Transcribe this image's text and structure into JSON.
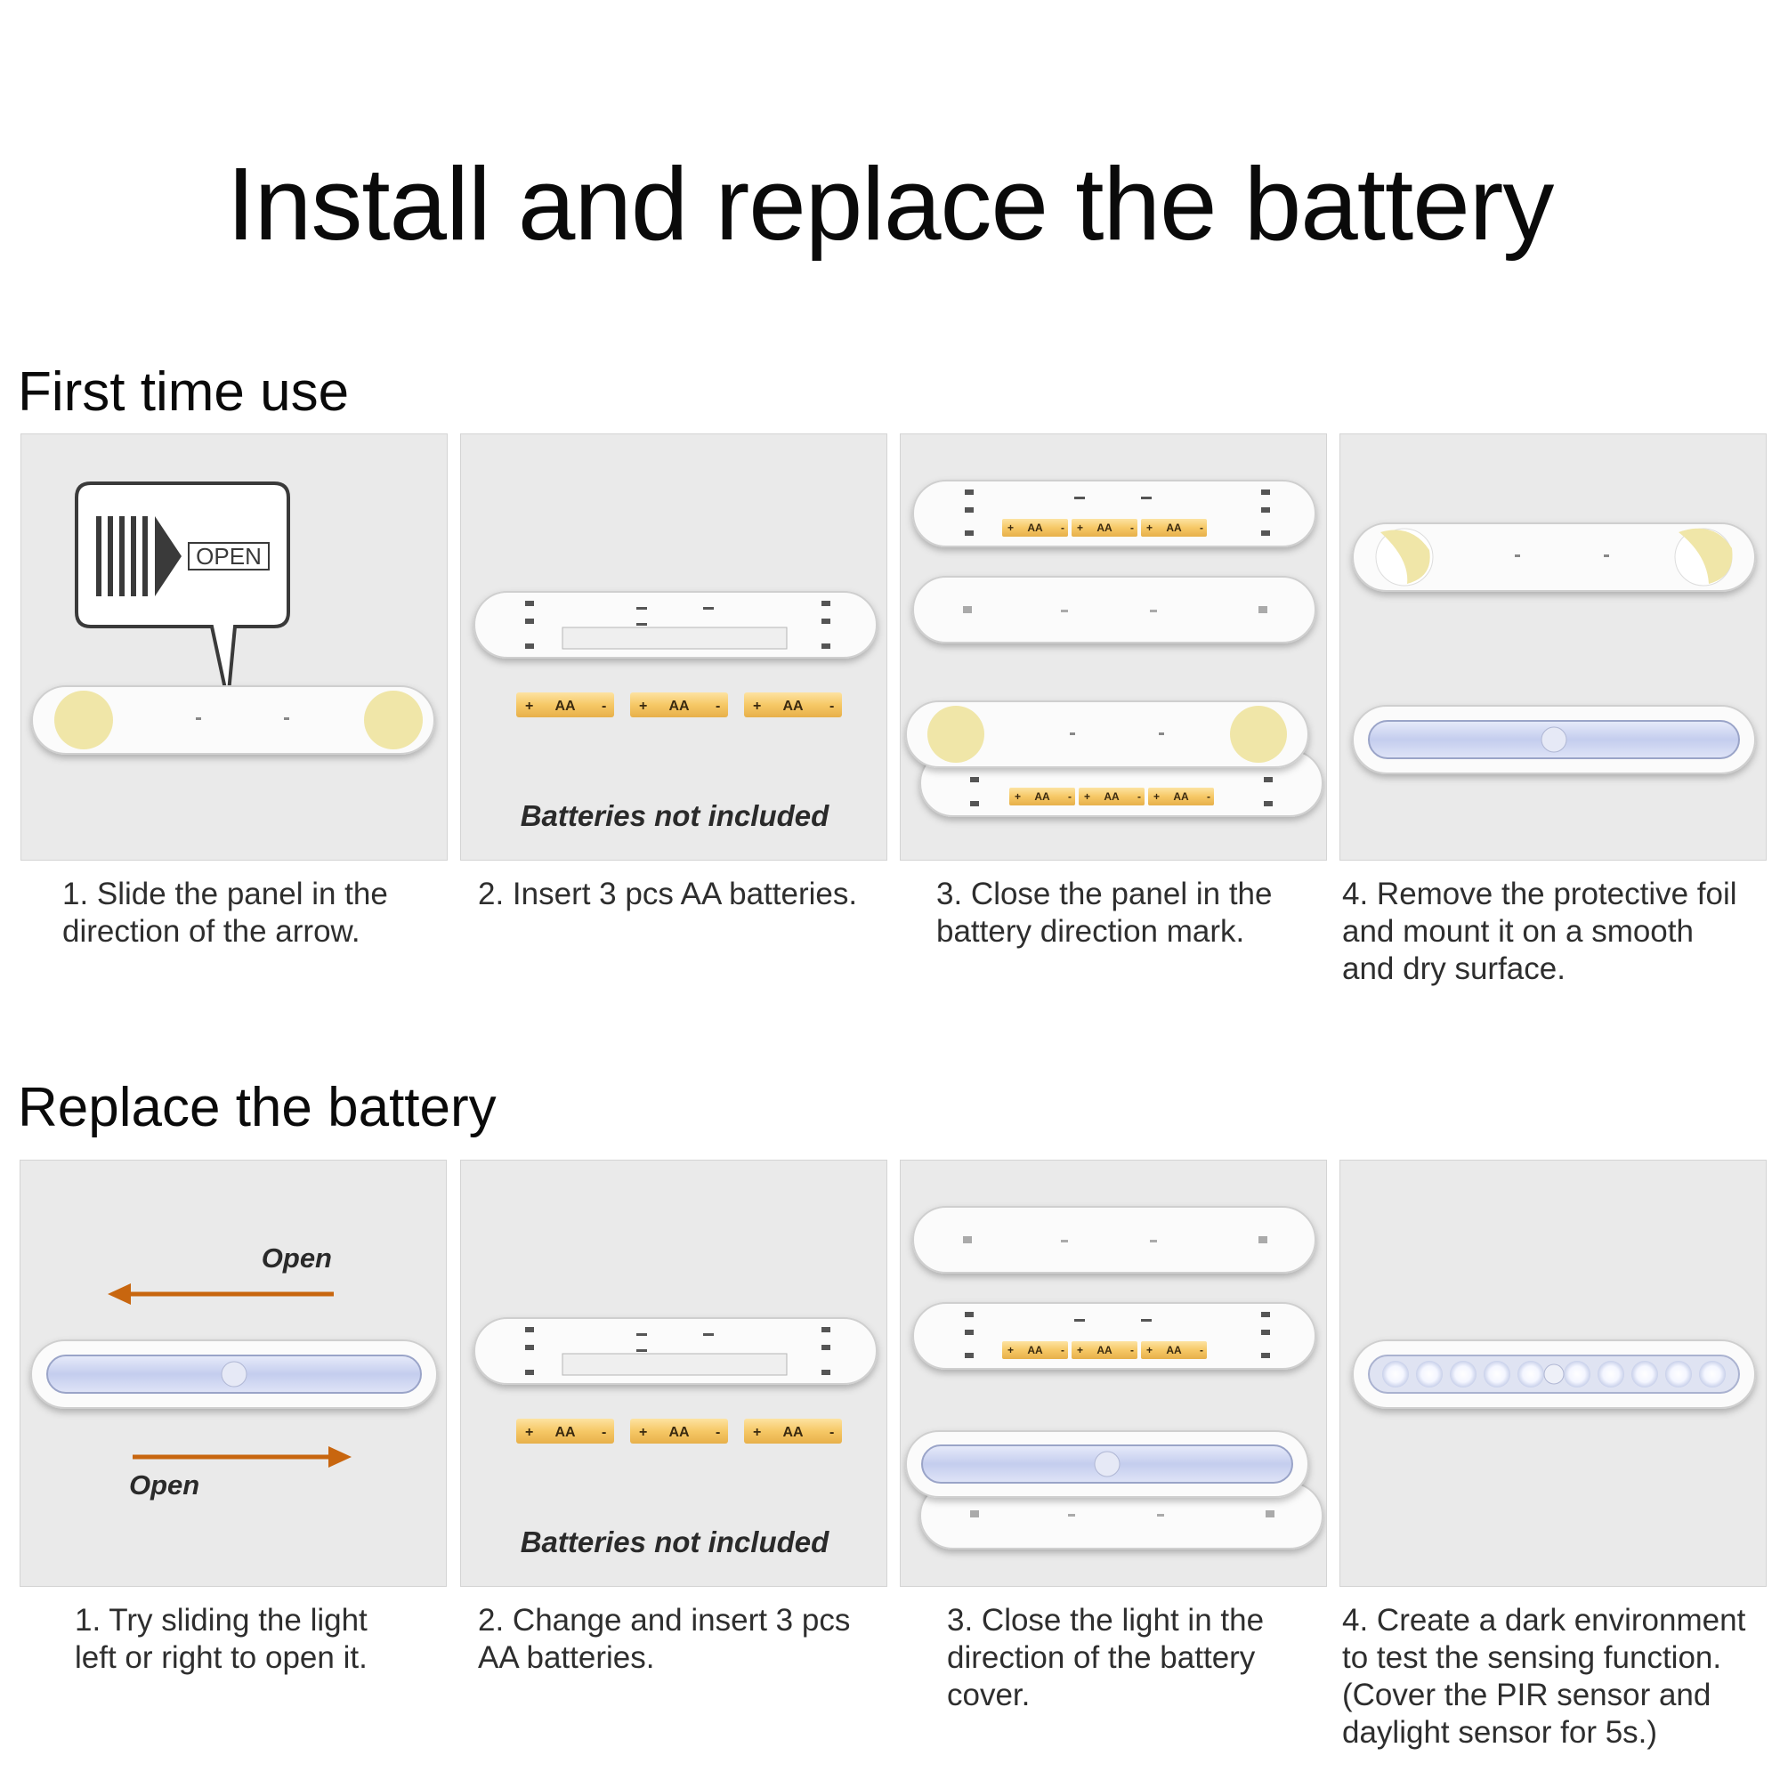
{
  "title": "Install and replace the battery",
  "sections": [
    {
      "heading": "First time use",
      "steps": [
        {
          "caption_lines": [
            "1. Slide the panel in the",
            "direction of the arrow."
          ],
          "icon_label": "OPEN"
        },
        {
          "caption_lines": [
            "2. Insert 3 pcs AA batteries."
          ],
          "note": "Batteries not included",
          "battery_label": "AA"
        },
        {
          "caption_lines": [
            "3. Close the panel in the",
            "battery direction mark."
          ],
          "battery_label": "AA"
        },
        {
          "caption_lines": [
            "4. Remove the protective foil",
            "and mount it on a smooth",
            "and dry surface."
          ]
        }
      ]
    },
    {
      "heading": "Replace the battery",
      "steps": [
        {
          "caption_lines": [
            "1. Try sliding the light",
            "left or right to open it."
          ],
          "arrow_label_top": "Open",
          "arrow_label_bottom": "Open"
        },
        {
          "caption_lines": [
            "2. Change and insert 3 pcs",
            "AA batteries."
          ],
          "note": "Batteries not included",
          "battery_label": "AA"
        },
        {
          "caption_lines": [
            "3. Close the light in the",
            "direction of the battery",
            "cover."
          ],
          "battery_label": "AA"
        },
        {
          "caption_lines": [
            "4. Create a dark environment",
            "to test the sensing function.",
            "(Cover the PIR sensor and",
            "daylight sensor for 5s.)"
          ]
        }
      ]
    }
  ],
  "colors": {
    "panel_bg": "#eaeaea",
    "arrow": "#c8660f",
    "battery": "#f5c96a",
    "foil": "#f0e6a8",
    "led_strip": "#c9d3ef"
  }
}
